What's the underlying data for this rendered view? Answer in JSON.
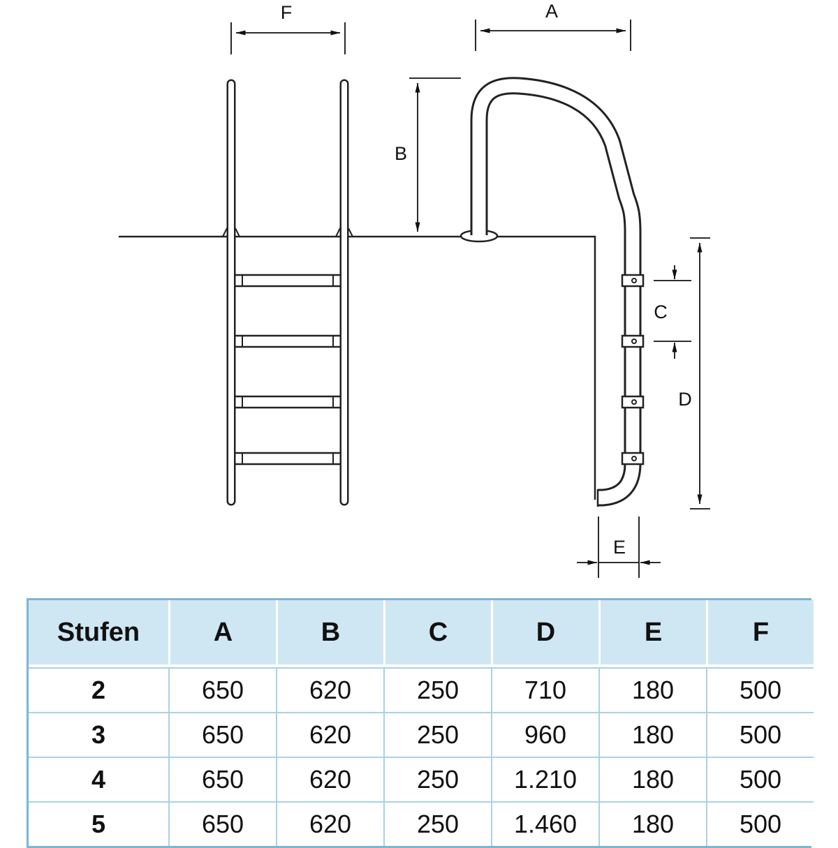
{
  "diagram": {
    "title": "pool-ladder-technical-drawing",
    "labels": {
      "F": "F",
      "A": "A",
      "B": "B",
      "C": "C",
      "D": "D",
      "E": "E"
    }
  },
  "table": {
    "headers": [
      "Stufen",
      "A",
      "B",
      "C",
      "D",
      "E",
      "F"
    ],
    "rows": [
      {
        "stufen": "2",
        "values": [
          "650",
          "620",
          "250",
          "710",
          "180",
          "500"
        ]
      },
      {
        "stufen": "3",
        "values": [
          "650",
          "620",
          "250",
          "960",
          "180",
          "500"
        ]
      },
      {
        "stufen": "4",
        "values": [
          "650",
          "620",
          "250",
          "1.210",
          "180",
          "500"
        ]
      },
      {
        "stufen": "5",
        "values": [
          "650",
          "620",
          "250",
          "1.460",
          "180",
          "500"
        ]
      }
    ],
    "colors": {
      "outer_border": "#7ab6d6",
      "header_bg": "#cfe7f2",
      "grid_line": "#a9d2e6",
      "text": "#111111"
    }
  }
}
